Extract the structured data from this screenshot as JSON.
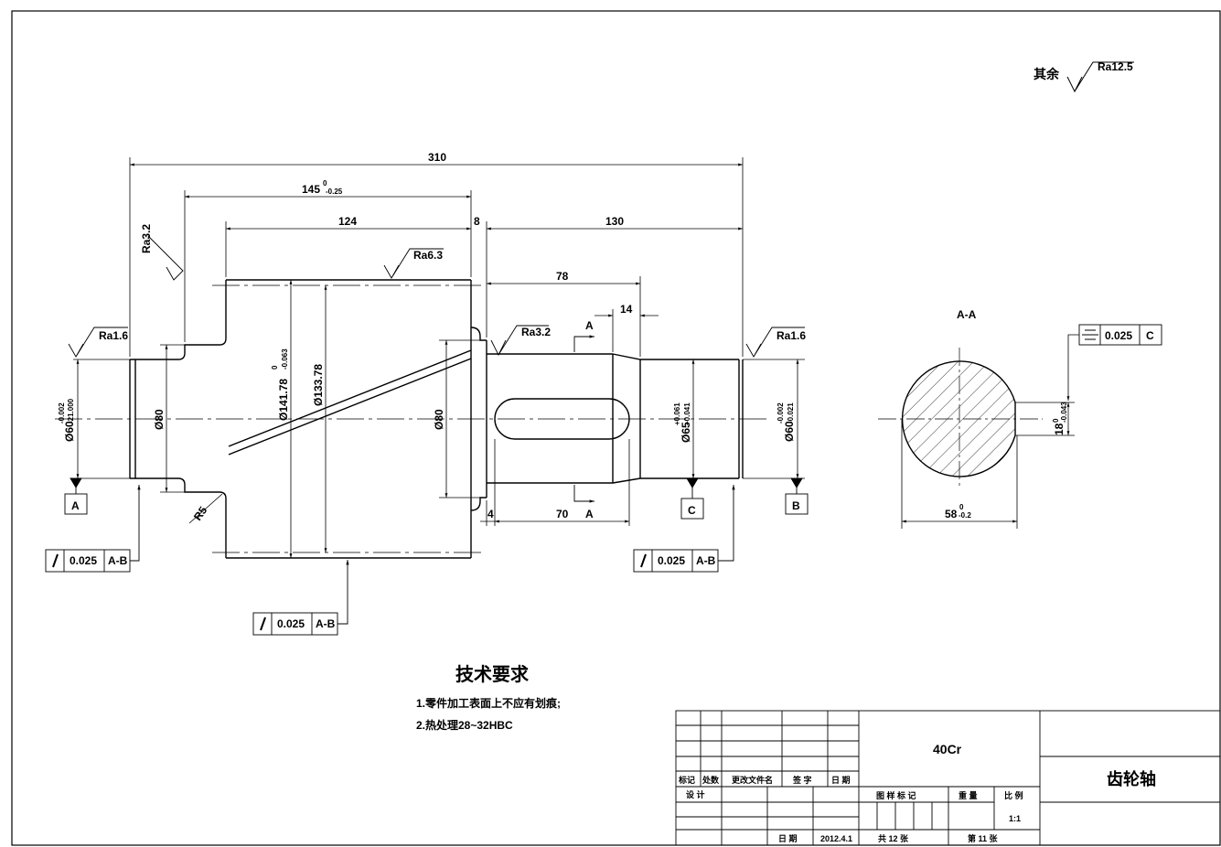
{
  "surface_general": {
    "prefix": "其余",
    "roughness": "Ra12.5"
  },
  "dimensions": {
    "overall_length": "310",
    "length_145": "145",
    "length_145_upper": "0",
    "length_145_lower": "-0.25",
    "gear_width": "124",
    "shoulder_8": "8",
    "right_length": "130",
    "keyway_len_78": "78",
    "offset_14": "14",
    "length_70": "70",
    "shoulder_4": "4",
    "dia_tip": "Ø141.78",
    "dia_tip_upper": "0",
    "dia_tip_lower": "-0.063",
    "dia_root": "Ø133.78",
    "dia_left_collar": "Ø80",
    "dia_right_collar": "Ø80",
    "dia_left_journal": "Ø60",
    "dia_left_journal_upper": "-0.002",
    "dia_left_journal_lower": "-21.000",
    "dia_right_journal": "Ø60",
    "dia_right_journal_upper": "-0.002",
    "dia_right_journal_lower": "-0.021",
    "dia_65": "Ø65",
    "dia_65_upper": "+0.061",
    "dia_65_lower": "+0.041",
    "fillet": "R5",
    "key_depth": "18",
    "key_depth_upper": "0",
    "key_depth_lower": "-0.043",
    "section_width": "58",
    "section_width_upper": "0",
    "section_width_lower": "-0.2"
  },
  "roughness": {
    "left_shoulder": "Ra3.2",
    "gear_top": "Ra6.3",
    "mid_shoulder": "Ra3.2",
    "left_journal": "Ra1.6",
    "right_journal": "Ra1.6"
  },
  "datums": {
    "a": "A",
    "b": "B",
    "c": "C"
  },
  "section": {
    "label": "A-A",
    "cut_mark": "A"
  },
  "tolerance_frames": {
    "left": {
      "value": "0.025",
      "datum": "A-B"
    },
    "gear": {
      "value": "0.025",
      "datum": "A-B"
    },
    "right": {
      "value": "0.025",
      "datum": "A-B"
    },
    "symmetry": {
      "value": "0.025",
      "datum": "C"
    }
  },
  "notes": {
    "title": "技术要求",
    "item1": "1.零件加工表面上不应有划痕;",
    "item2": "2.热处理28~32HBC"
  },
  "title_block": {
    "material": "40Cr",
    "part_name": "齿轮轴",
    "h_mark": "标记",
    "h_count": "处数",
    "h_doc": "更改文件名",
    "h_sign": "签 字",
    "h_date": "日 期",
    "design": "设 计",
    "pattern_mark": "图 样 标 记",
    "weight": "重 量",
    "scale_label": "比 例",
    "scale": "1:1",
    "date_label": "日 期",
    "date": "2012.4.1",
    "total_sheets": "共 12 张",
    "sheet_no": "第 11 张"
  }
}
